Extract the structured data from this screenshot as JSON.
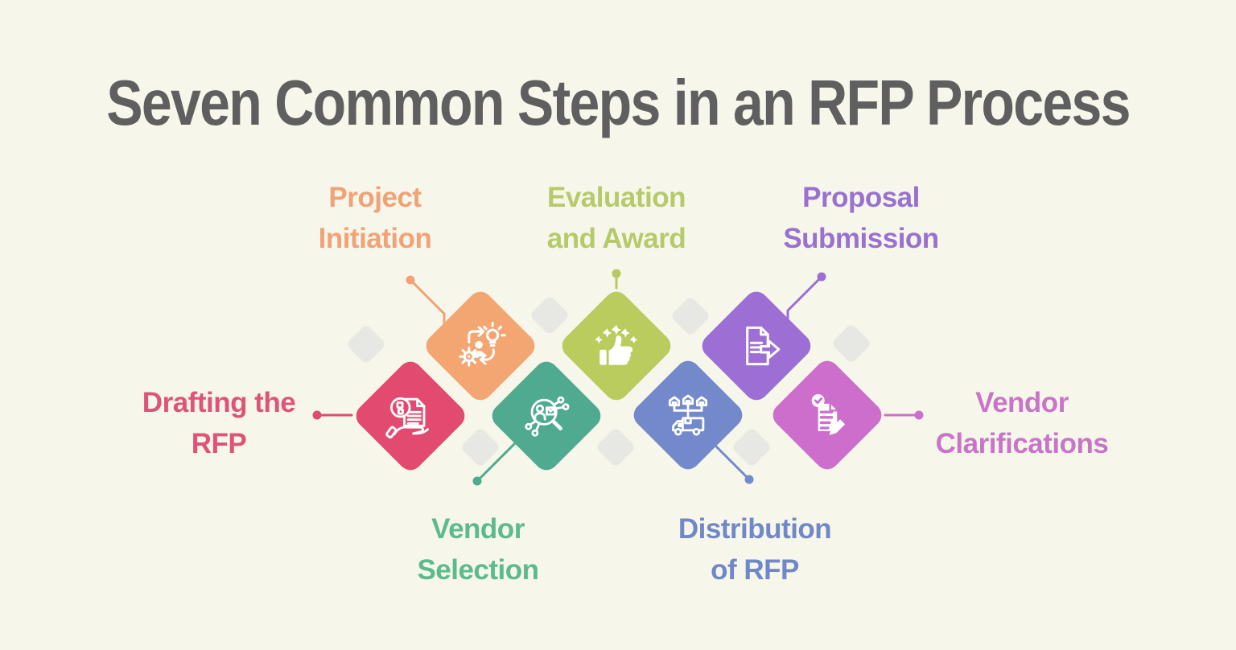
{
  "title": "Seven Common Steps in an RFP Process",
  "colors": {
    "background": "#f6f7ea",
    "title_text": "#5f5f5f",
    "decor_diamond": "#e7e8e3"
  },
  "steps": [
    {
      "id": "drafting-rfp",
      "label_lines": [
        "Drafting the",
        "RFP"
      ],
      "diamond_color": "#e24a70",
      "label_color": "#de5479",
      "icon": "hand-document-icon"
    },
    {
      "id": "project-initiation",
      "label_lines": [
        "Project",
        "Initiation"
      ],
      "diamond_color": "#f4a672",
      "label_color": "#f1a276",
      "icon": "process-cycle-icon"
    },
    {
      "id": "vendor-selection",
      "label_lines": [
        "Vendor",
        "Selection"
      ],
      "diamond_color": "#4faa90",
      "label_color": "#5cba8d",
      "icon": "magnifier-people-icon"
    },
    {
      "id": "evaluation-award",
      "label_lines": [
        "Evaluation",
        "and Award"
      ],
      "diamond_color": "#bacc5e",
      "label_color": "#b6ca6b",
      "icon": "thumbs-up-stars-icon"
    },
    {
      "id": "distribution-rfp",
      "label_lines": [
        "Distribution",
        "of RFP"
      ],
      "diamond_color": "#7389cb",
      "label_color": "#7088c7",
      "icon": "delivery-truck-icon"
    },
    {
      "id": "proposal-submission",
      "label_lines": [
        "Proposal",
        "Submission"
      ],
      "diamond_color": "#9d6fd5",
      "label_color": "#9a70d0",
      "icon": "document-submit-icon"
    },
    {
      "id": "vendor-clarifications",
      "label_lines": [
        "Vendor",
        "Clarifications"
      ],
      "diamond_color": "#cd6ecc",
      "label_color": "#c875c8",
      "icon": "checklist-pencil-icon"
    }
  ]
}
